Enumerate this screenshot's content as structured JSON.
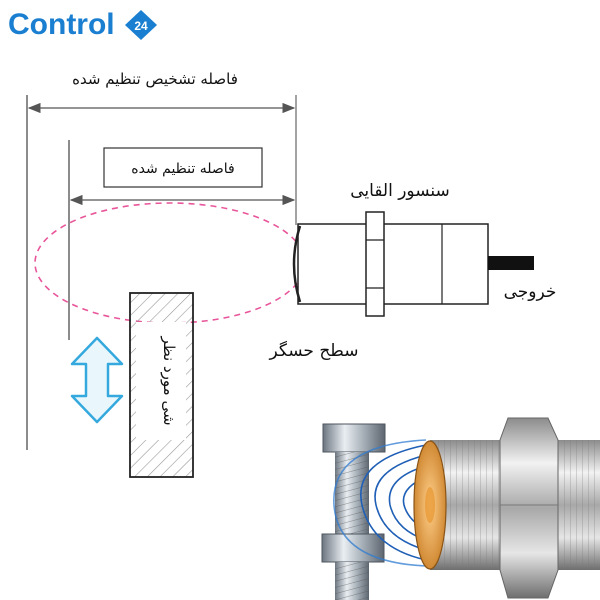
{
  "brand": {
    "name": "Control",
    "badge": "24",
    "colors": {
      "primary": "#1a7fd0",
      "text": "#0a0a0a"
    }
  },
  "diagram": {
    "sensing_distance_label": "فاصله تشخیص تنظیم شده",
    "set_distance_label": "فاصله تنظیم شده",
    "sensor_label": "سنسور القایی",
    "output_label": "خروجی",
    "sensing_face_label": "سطح حسگر",
    "target_label": "شی مورد نظر",
    "field_color": "#e8559a",
    "arrow_color": "#35a9de",
    "icons": {
      "movement": "double-arrow-vertical-icon"
    }
  }
}
